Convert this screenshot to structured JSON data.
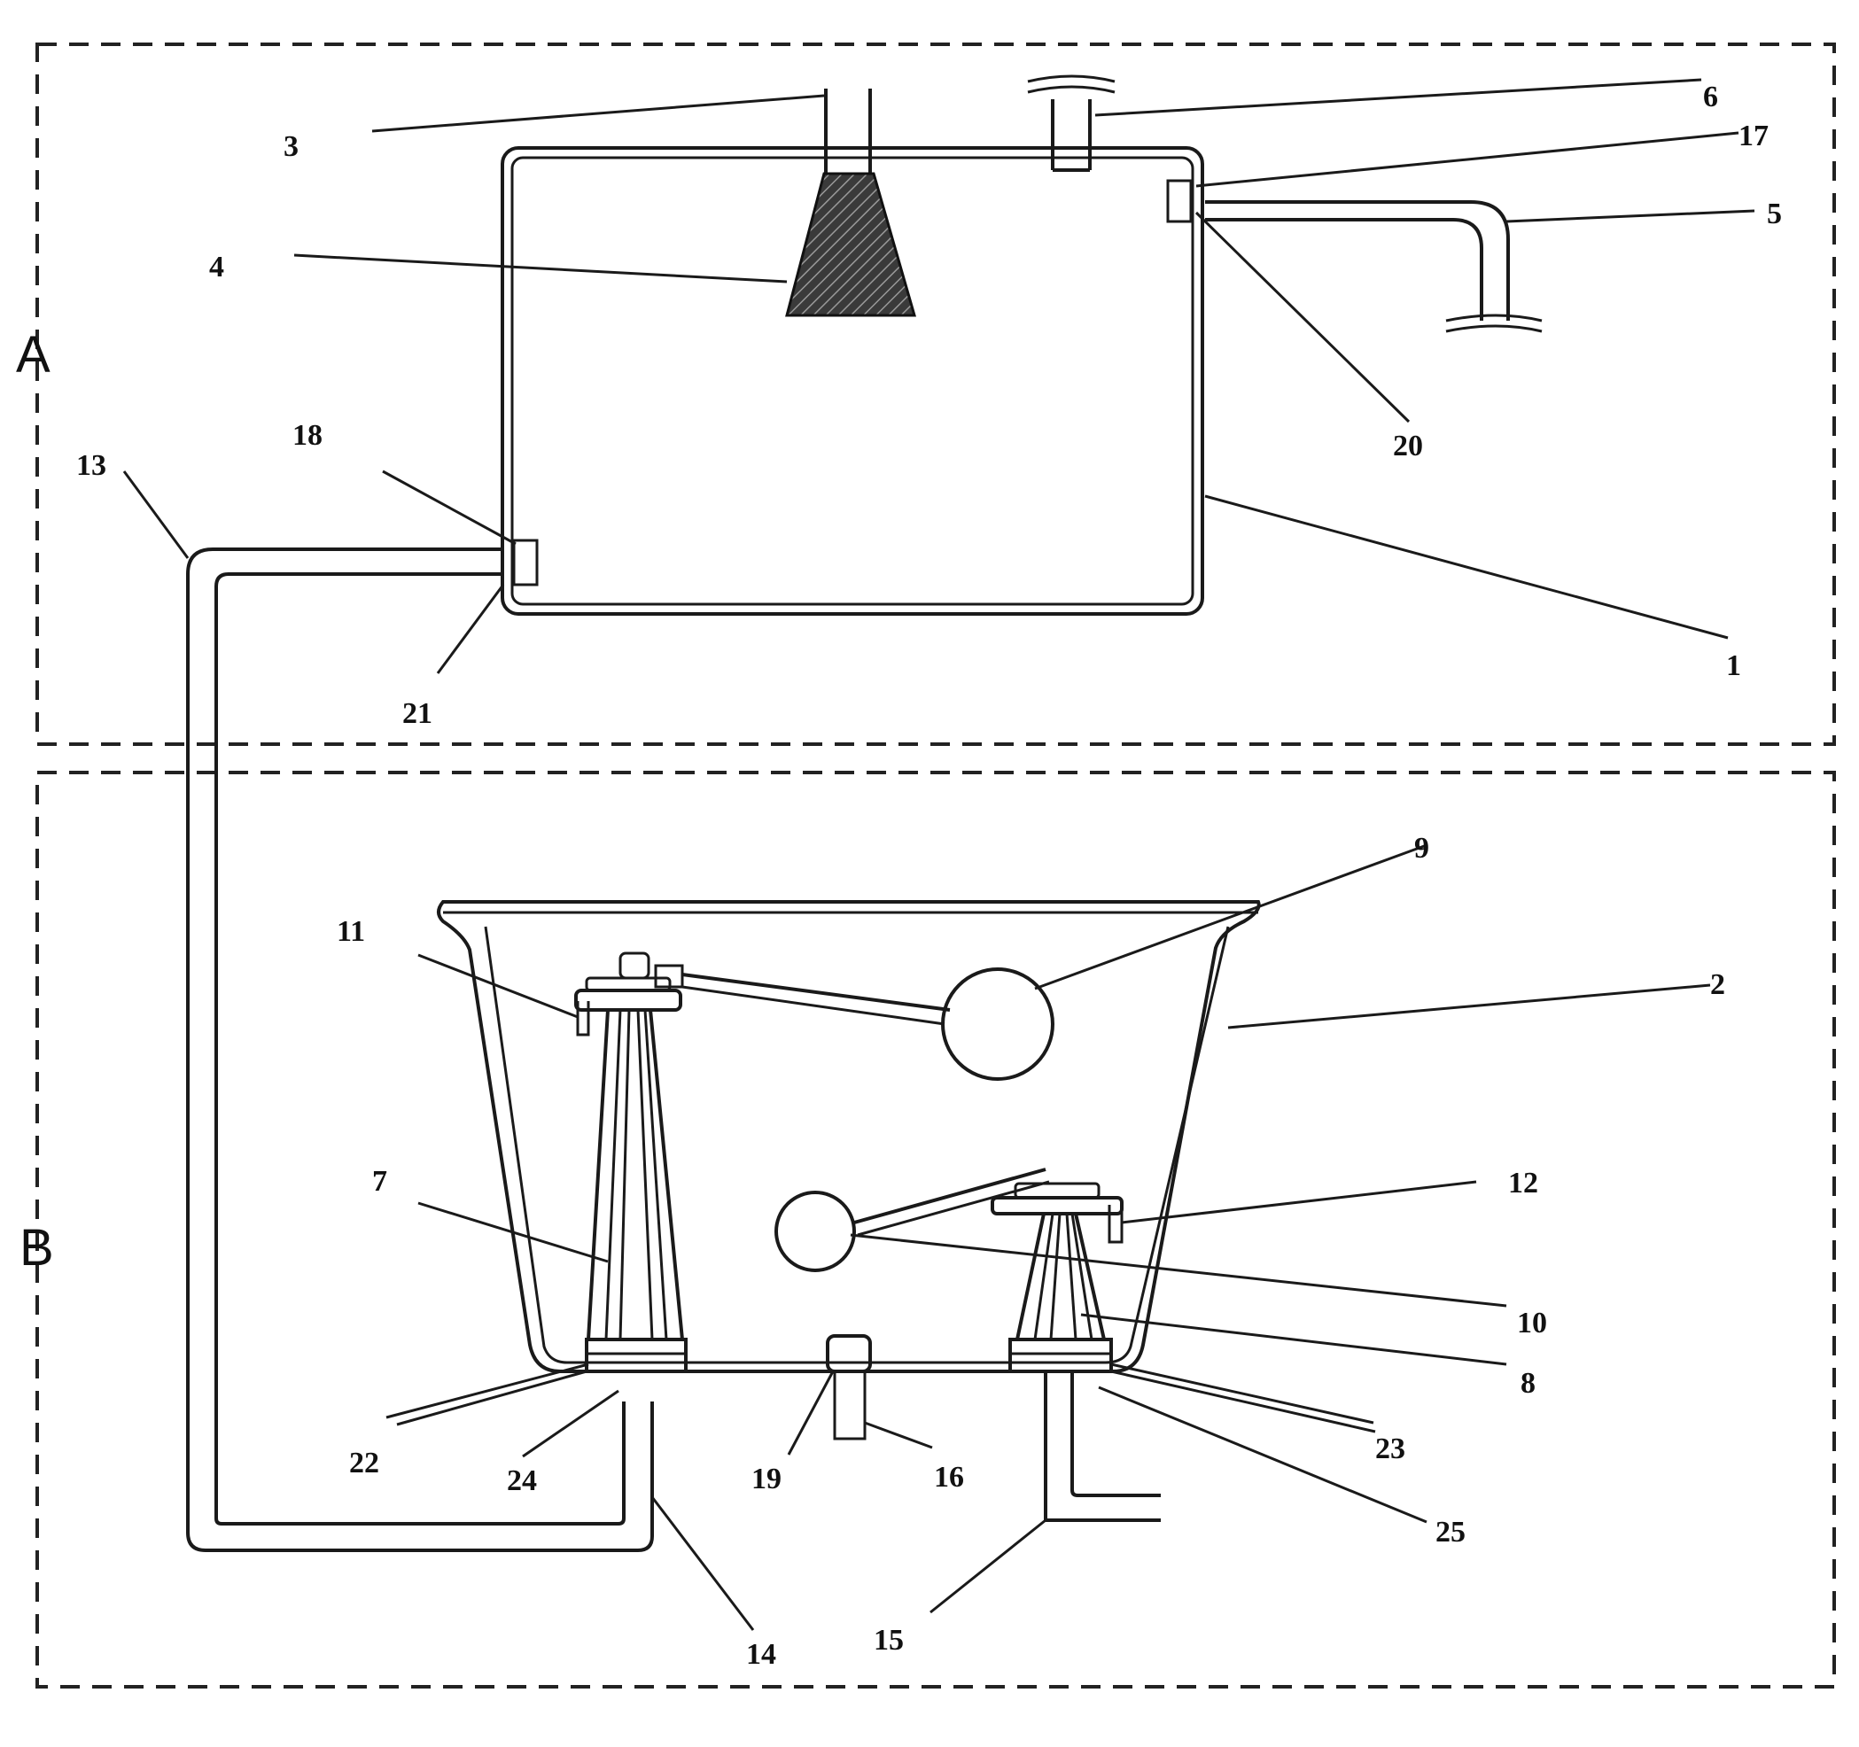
{
  "regions": {
    "a": "A",
    "b": "B"
  },
  "labels": {
    "l1": "1",
    "l2": "2",
    "l3": "3",
    "l4": "4",
    "l5": "5",
    "l6": "6",
    "l7": "7",
    "l8": "8",
    "l9": "9",
    "l10": "10",
    "l11": "11",
    "l12": "12",
    "l13": "13",
    "l14": "14",
    "l15": "15",
    "l16": "16",
    "l17": "17",
    "l18": "18",
    "l19": "19",
    "l20": "20",
    "l21": "21",
    "l22": "22",
    "l23": "23",
    "l24": "24",
    "l25": "25"
  }
}
